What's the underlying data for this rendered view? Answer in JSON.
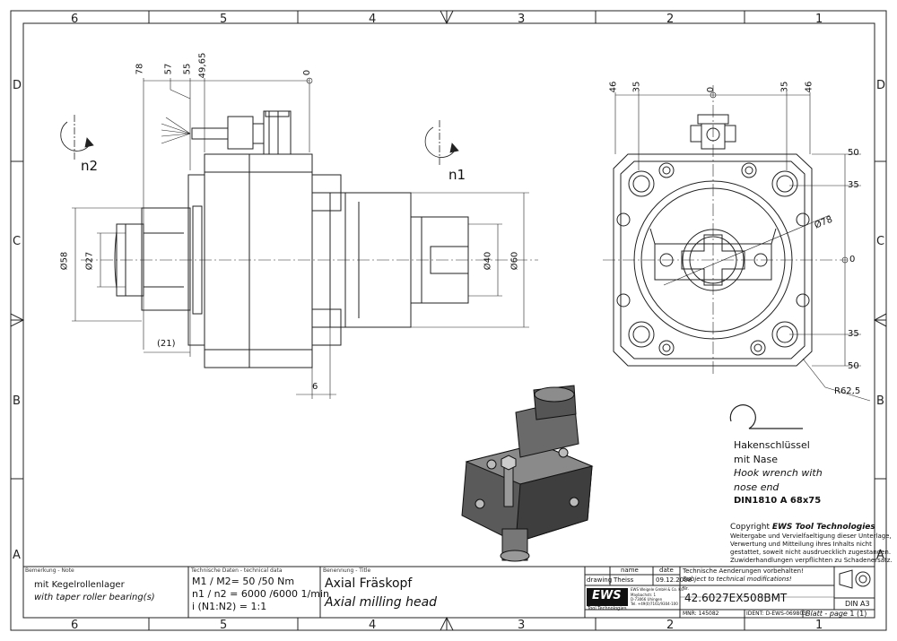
{
  "zones": {
    "top": [
      "6",
      "5",
      "4",
      "3",
      "2",
      "1"
    ],
    "bottom": [
      "6",
      "5",
      "4",
      "3",
      "2",
      "1"
    ],
    "left": [
      "D",
      "C",
      "B",
      "A"
    ],
    "right": [
      "D",
      "C",
      "B",
      "A"
    ]
  },
  "side_view": {
    "dims_top": [
      "78",
      "57",
      "55",
      "49,65",
      "0"
    ],
    "dia_58": "Ø58",
    "dia_27": "Ø27",
    "dia_40": "Ø40",
    "dia_60": "Ø60",
    "dim_21": "(21)",
    "dim_6": "6",
    "n2": "n2",
    "n1": "n1"
  },
  "front_view": {
    "dims_top": [
      "46",
      "35",
      "0",
      "35",
      "46"
    ],
    "dims_right": [
      "50",
      "35",
      "0",
      "35",
      "50"
    ],
    "dia_78": "Ø78",
    "r62": "R62,5"
  },
  "hook_wrench": {
    "line1": "Hakenschlüssel",
    "line2": "mit Nase",
    "line3": "Hook wrench with",
    "line4": "nose end",
    "line5": "DIN1810 A 68x75"
  },
  "copyright": {
    "prefix": "Copyright ",
    "brand": "EWS Tool Technologies",
    "line1": "Weitergabe und Vervielfaeltigung dieser Unterlage,",
    "line2": "Verwertung und Mitteilung ihres Inhalts nicht",
    "line3": "gestattet, soweit nicht ausdruecklich zugestanden.",
    "line4": "Zuwiderhandlungen verpflichten zu Schadenersatz."
  },
  "title_block": {
    "remark_label": "Bemerkung - Note",
    "remark_de": "mit Kegelrollenlager",
    "remark_en": "with taper roller bearing(s)",
    "tech_label": "Technische Daten - technical data",
    "tech_m": "M1 / M2= 50  /50  Nm",
    "tech_n": "n1 / n2 = 6000 /6000  1/min",
    "tech_i": "i  (N1:N2)  = 1:1",
    "name_label": "Benennung - Title",
    "title_de": "Axial Fräskopf",
    "title_en": "Axial milling head",
    "col_name": "name",
    "col_date": "date",
    "row_drawing": "drawing",
    "drawer": "Theiss",
    "date": "09.12.2008",
    "logo": "EWS",
    "logo_sub": "Tool Technologies",
    "company_small": "EWS Weigele GmbH & Co. KG",
    "addr1": "Maybachstr. 1",
    "addr2": "D-73066 Uhingen",
    "addr3": "Tel. +49(0)7161/9304-100",
    "changes_de": "Technische Aenderungen vorbehalten!",
    "changes_en": "Subject to technical modifications!",
    "nr_label": "Nr.",
    "part_no": "42.6027EX508BMT",
    "din": "DIN A3",
    "mnr": "MNR: 145082",
    "ident": "IDENT: D-EWS-069803 -",
    "sheet_prefix": "Blatt - page",
    "sheet_no": "1 (1)"
  }
}
